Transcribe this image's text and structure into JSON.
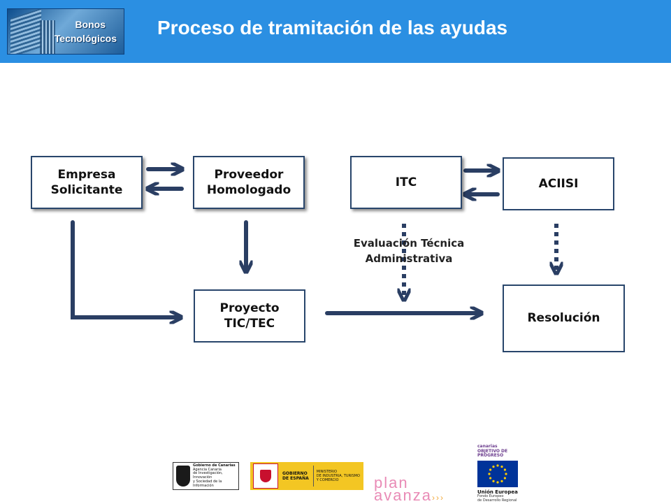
{
  "header": {
    "logo_line1": "Bonos",
    "logo_line2": "Tecnológicos",
    "title": "Proceso de tramitación de las ayudas",
    "color": "#2b8fe2"
  },
  "diagram": {
    "nodes": {
      "empresa": "Empresa\nSolicitante",
      "proveedor": "Proveedor\nHomologado",
      "itc": "ITC",
      "aciisi": "ACIISI",
      "proyecto": "Proyecto\nTIC/TEC",
      "resolucion": "Resolución"
    },
    "evaluation_label": "Evaluación Técnica\nAdministrativa",
    "arrow_color": "#2a3e63"
  },
  "footer_logos": {
    "gobierno_canarias": "Gobierno de Canarias",
    "gobierno_canarias_sub": "Agencia Canaria\nde Investigación, Innovación\ny Sociedad de la Información",
    "gobierno_espana": "GOBIERNO\nDE ESPAÑA",
    "ministerio": "MINISTERIO\nDE INDUSTRIA, TURISMO\nY COMERCIO",
    "plan_avanza": "plan\navanza",
    "plan_avanza_dots": "›››",
    "canarias_objetivo": "canarias\nOBJETIVO DE PROGRESO",
    "union_europea": "Unión Europea",
    "fondo": "Fondo Europeo\nde Desarrollo Regional"
  }
}
